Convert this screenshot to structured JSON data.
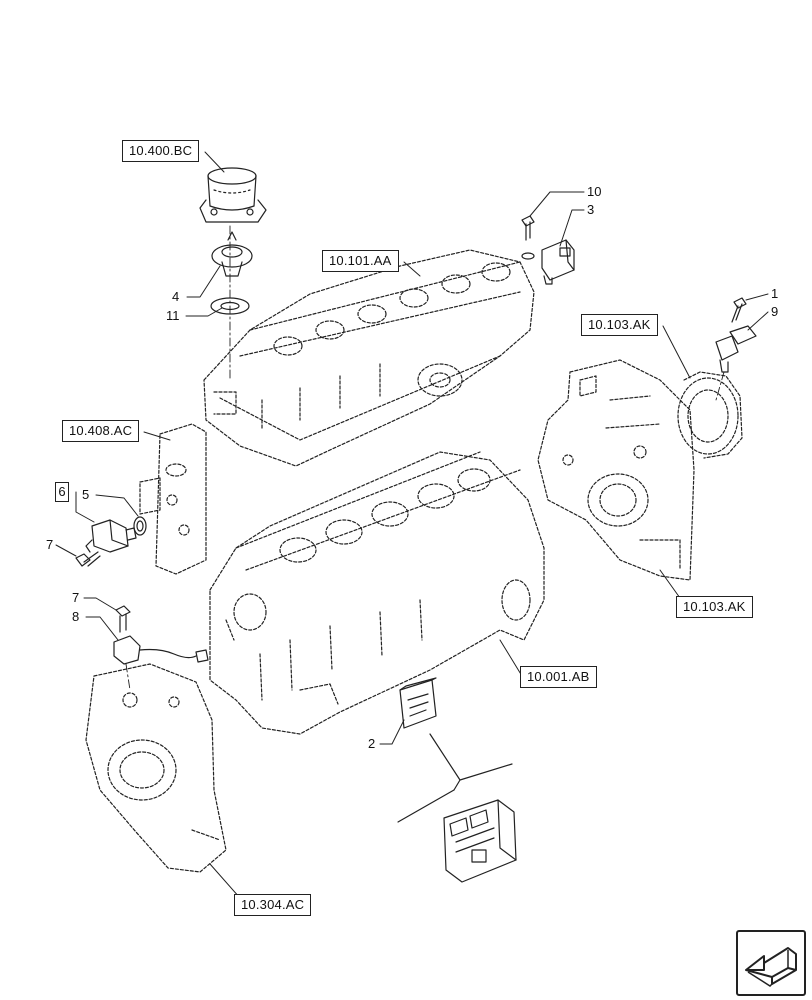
{
  "reference_boxes": {
    "r_400_bc": "10.400.BC",
    "r_101_aa": "10.101.AA",
    "r_103_ak_top": "10.103.AK",
    "r_408_ac": "10.408.AC",
    "r_103_ak_bottom": "10.103.AK",
    "r_001_ab": "10.001.AB",
    "r_304_ac": "10.304.AC"
  },
  "callouts": {
    "c1": "1",
    "c2": "2",
    "c3": "3",
    "c4": "4",
    "c5": "5",
    "c6": "6",
    "c7a": "7",
    "c7b": "7",
    "c8": "8",
    "c9": "9",
    "c10": "10",
    "c11": "11"
  },
  "nav": {
    "icon": "return-arrow-icon"
  },
  "colors": {
    "line": "#222222",
    "background": "#ffffff"
  }
}
